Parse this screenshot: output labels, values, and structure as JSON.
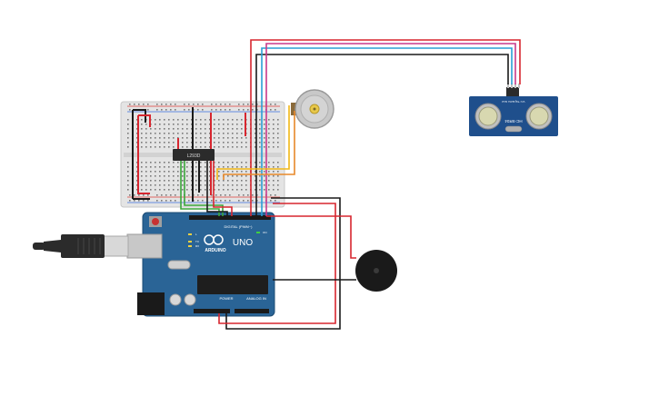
{
  "labels": {
    "ic_chip": "L293D",
    "arduino_brand": "ARDUINO",
    "arduino_model": "UNO",
    "digital_header": "DIGITAL (PWM~)",
    "power_header": "POWER",
    "analog_header": "ANALOG IN",
    "sensor_model": "HC-SR04",
    "sensor_pins": "Vcc Trig Echo Gnd",
    "tx": "TX",
    "rx": "RX",
    "on": "ON",
    "l": "L"
  },
  "colors": {
    "arduino_board": "#2a6496",
    "breadboard": "#e4e4e4",
    "sensor_board": "#1f4f8c",
    "wire_red": "#d7262f",
    "wire_black": "#1a1a1a",
    "wire_blue": "#2a9fd6",
    "wire_magenta": "#c83a8c",
    "wire_green": "#3aa63a",
    "wire_yellow": "#f2b817",
    "wire_orange": "#e8892a",
    "motor_body": "#c8c8c8",
    "buzzer_body": "#1a1a1a"
  },
  "components": [
    "breadboard",
    "l293d-driver",
    "dc-motor",
    "ultrasonic-sensor",
    "arduino-uno",
    "usb-cable",
    "piezo-buzzer"
  ]
}
